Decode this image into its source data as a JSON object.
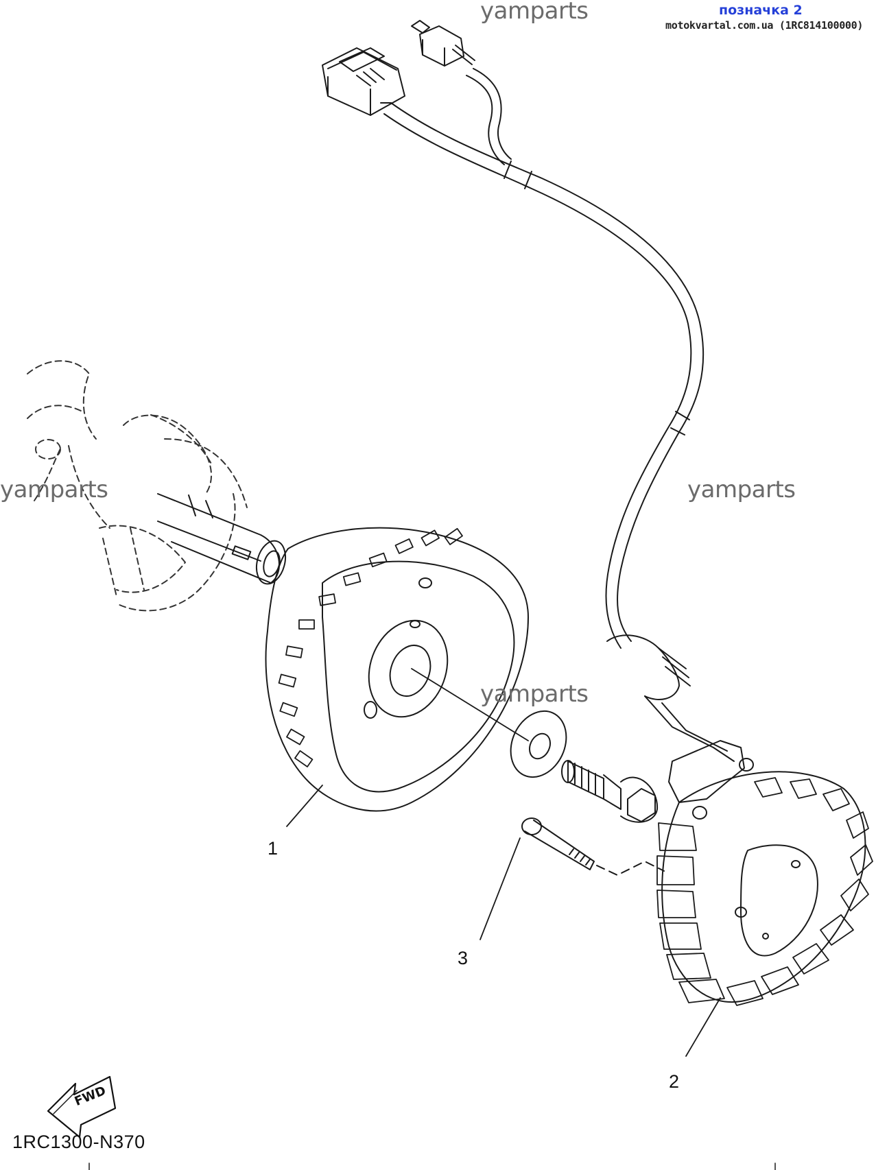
{
  "header": {
    "tag_label": "позначка 2",
    "tag_site": "motokvartal.com.ua (1RC814100000)"
  },
  "watermarks": [
    "yamparts",
    "yamparts",
    "yamparts",
    "yamparts"
  ],
  "callouts": [
    {
      "id": "1",
      "label": "1"
    },
    {
      "id": "2",
      "label": "2"
    },
    {
      "id": "3",
      "label": "3"
    }
  ],
  "fwd_badge": "FWD",
  "diagram_code": "1RC1300-N370"
}
